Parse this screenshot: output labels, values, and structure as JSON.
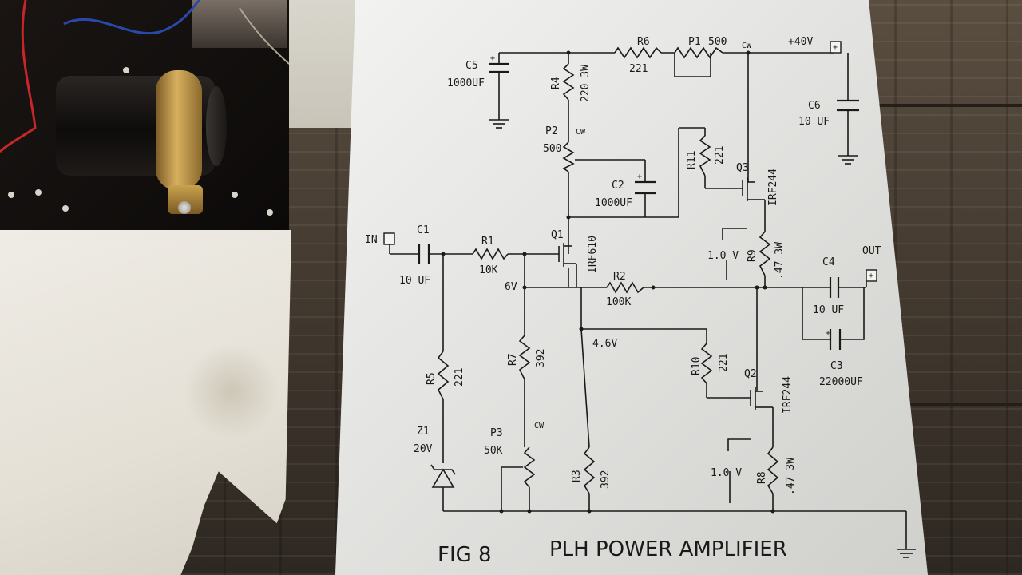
{
  "schematic": {
    "input": "IN",
    "output": "OUT",
    "supply": "+40V",
    "figure_number": "FIG 8",
    "figure_title": "PLH POWER AMPLIFIER",
    "parts": {
      "c1": {
        "ref": "C1",
        "value": "10 UF"
      },
      "c2": {
        "ref": "C2",
        "value": "1000UF"
      },
      "c3": {
        "ref": "C3",
        "value": "22000UF"
      },
      "c4": {
        "ref": "C4",
        "value": "10 UF"
      },
      "c5": {
        "ref": "C5",
        "value": "1000UF"
      },
      "c6": {
        "ref": "C6",
        "value": "10 UF"
      },
      "r1": {
        "ref": "R1",
        "value": "10K"
      },
      "r2": {
        "ref": "R2",
        "value": "100K"
      },
      "r3": {
        "ref": "R3",
        "value": "392"
      },
      "r4": {
        "ref": "R4",
        "value": "220 3W"
      },
      "r5": {
        "ref": "R5",
        "value": "221"
      },
      "r6": {
        "ref": "R6",
        "value": "221"
      },
      "r7": {
        "ref": "R7",
        "value": "392"
      },
      "r8": {
        "ref": "R8",
        "value": ".47 3W"
      },
      "r9": {
        "ref": "R9",
        "value": ".47 3W"
      },
      "r10": {
        "ref": "R10",
        "value": "221"
      },
      "r11": {
        "ref": "R11",
        "value": "221"
      },
      "p1": {
        "ref": "P1",
        "value": "500",
        "wiper": "CW"
      },
      "p2": {
        "ref": "P2",
        "value": "500",
        "wiper": "CW"
      },
      "p3": {
        "ref": "P3",
        "value": "50K",
        "wiper": "CW"
      },
      "q1": {
        "ref": "Q1",
        "value": "IRF610"
      },
      "q2": {
        "ref": "Q2",
        "value": "IRF244"
      },
      "q3": {
        "ref": "Q3",
        "value": "IRF244"
      },
      "z1": {
        "ref": "Z1",
        "value": "20V"
      }
    },
    "voltages": {
      "gate_node": "6V",
      "mid_node": "4.6V",
      "upper_sense": "1.0 V",
      "lower_sense": "1.0 V"
    },
    "polarity_mark": "+"
  }
}
